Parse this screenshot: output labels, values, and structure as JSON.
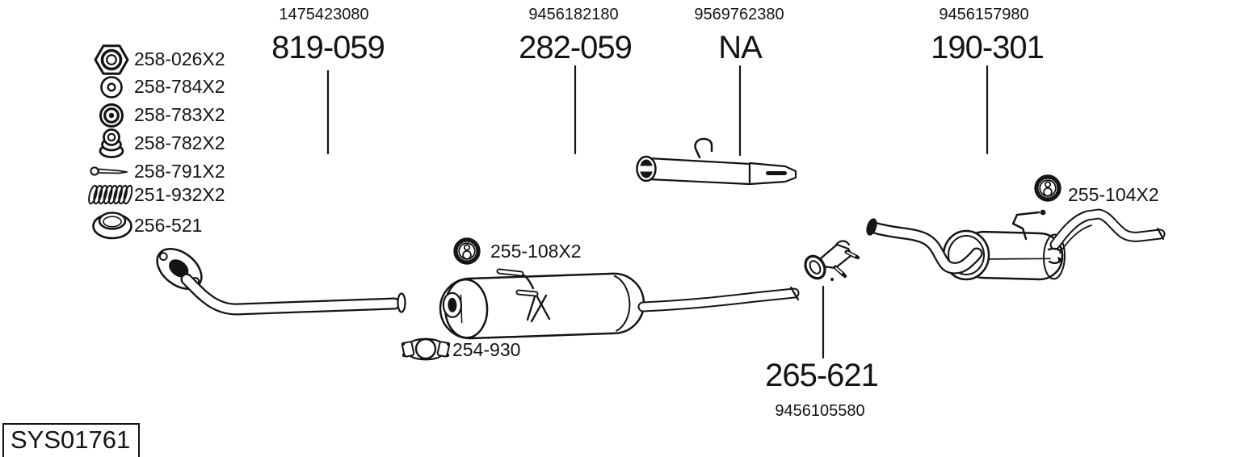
{
  "colors": {
    "background": "#ffffff",
    "line": "#141414"
  },
  "top_callouts": [
    {
      "ref": "1475423080",
      "part": "819-059"
    },
    {
      "ref": "9456182180",
      "part": "282-059"
    },
    {
      "ref": "9569762380",
      "part": "NA"
    },
    {
      "ref": "9456157980",
      "part": "190-301"
    }
  ],
  "hardware_list": [
    {
      "icon": "hex-nut-icon",
      "label": "258-026X2"
    },
    {
      "icon": "flat-washer-icon",
      "label": "258-784X2"
    },
    {
      "icon": "cup-washer-icon",
      "label": "258-783X2"
    },
    {
      "icon": "grommet-stack-icon",
      "label": "258-782X2"
    },
    {
      "icon": "bolt-icon",
      "label": "258-791X2"
    },
    {
      "icon": "spring-icon",
      "label": "251-932X2"
    },
    {
      "icon": "gasket-ring-icon",
      "label": "256-521"
    }
  ],
  "part_callouts": {
    "middle_hanger_label": "255-108X2",
    "clamp_label": "254-930",
    "rear_hanger_label": "255-104X2",
    "bracket_part_label": "265-621",
    "bracket_ref": "9456105580"
  },
  "system_code": "SYS01761"
}
